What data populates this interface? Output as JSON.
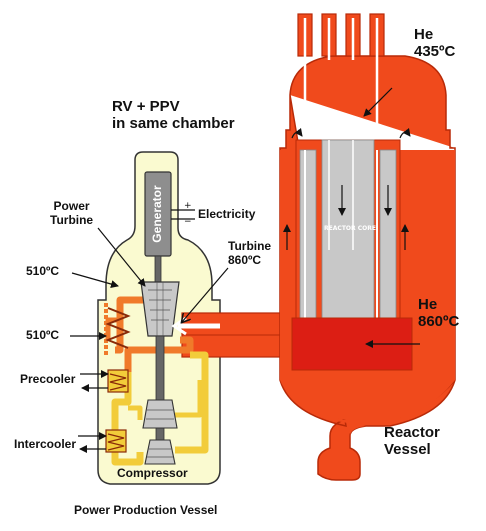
{
  "labels": {
    "he_top": [
      "He",
      "435ºC"
    ],
    "rv_ppv": [
      "RV + PPV",
      "in same chamber"
    ],
    "power_turbine": [
      "Power",
      "Turbine"
    ],
    "electricity": "Electricity",
    "generator": "Generator",
    "turbine_temp": [
      "Turbine",
      "860ºC"
    ],
    "temp_510_a": "510ºC",
    "temp_510_b": "510ºC",
    "he_bottom": [
      "He",
      "860ºC"
    ],
    "precooler": "Precooler",
    "intercooler": "Intercooler",
    "compressor": "Compressor",
    "reactor_vessel": [
      "Reactor",
      "Vessel"
    ],
    "power_production_vessel": "Power Production Vessel",
    "reactor_core": "REACTOR CORE"
  },
  "colors": {
    "reactor_orange": "#f04a1c",
    "reactor_outline": "#b82a08",
    "hot_plenum": "#dc1e14",
    "vessel_fill": "#fafad0",
    "core_grey": "#c8c8c8",
    "generator_grey": "#8e8e8e",
    "piping_orange": "#f07a2a",
    "piping_yellow": "#f2cc3a"
  }
}
